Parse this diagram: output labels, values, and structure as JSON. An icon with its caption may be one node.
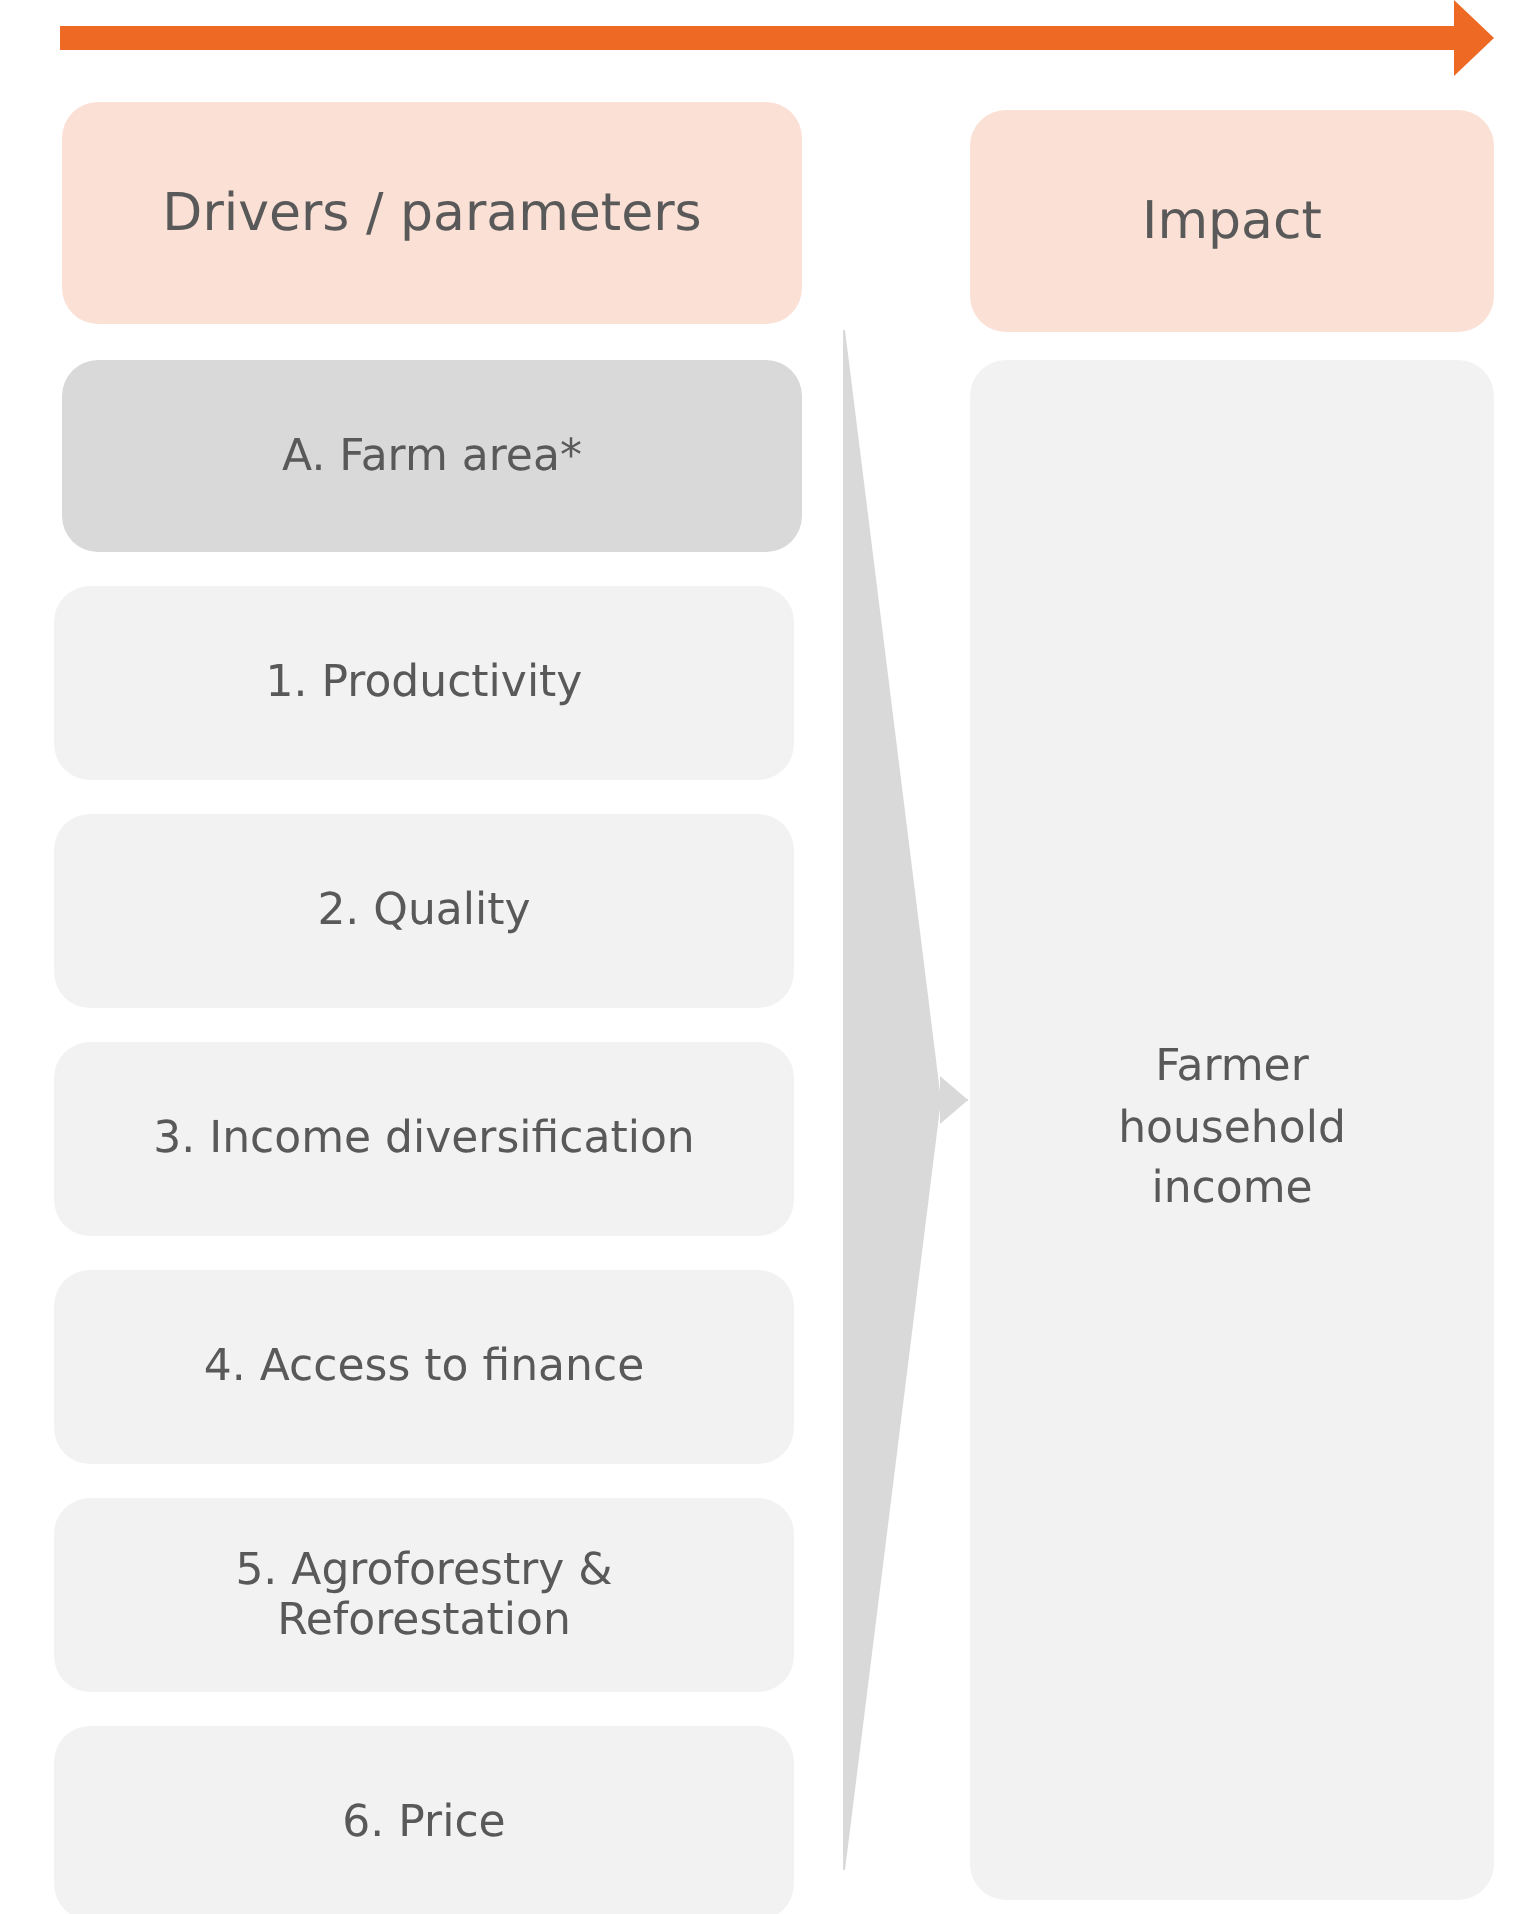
{
  "diagram": {
    "nodes": [
      {
        "text": [
          "Drivers / parameters"
        ]
      },
      {
        "text": [
          "Impact"
        ]
      },
      {
        "text": [
          "A. Farm area*"
        ]
      },
      {
        "text": [
          "1. Productivity"
        ]
      },
      {
        "text": [
          "2. Quality"
        ]
      },
      {
        "text": [
          "3. Income diversification"
        ]
      },
      {
        "text": [
          "4. Access to finance"
        ]
      },
      {
        "text": [
          "5. Agroforestry & Reforestation"
        ]
      },
      {
        "text": [
          "6. Price"
        ]
      },
      {
        "text": [
          "Farmer household income"
        ]
      }
    ],
    "edges": [
      {
        "from": null,
        "to": 9,
        "arrow": "to"
      }
    ]
  }
}
